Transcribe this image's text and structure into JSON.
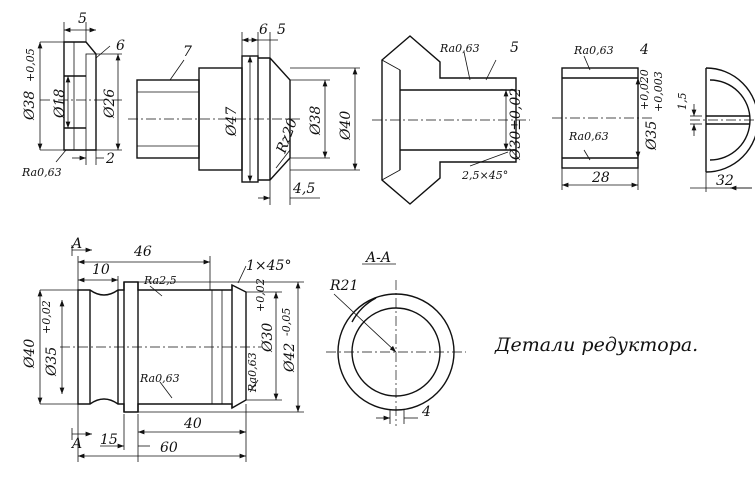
{
  "caption": "Детали редуктора.",
  "part_numbers": {
    "p6": "6",
    "p7": "7",
    "p5": "5",
    "p4": "4"
  },
  "dims": {
    "p6_w": "5",
    "p6_d38": "Ø38",
    "p6_tol": "+0,05",
    "p6_d18": "Ø18",
    "p6_d26": "Ø26",
    "p6_ra": "Ra0,63",
    "p6_t2": "2",
    "p7_a": "6",
    "p7_b": "5",
    "p7_d47": "Ø47",
    "p7_d38": "Ø38",
    "p7_d40": "Ø40",
    "p7_rz": "Rz20",
    "p7_45": "4,5",
    "p5_ra": "Ra0,63",
    "p5_d30": "Ø30±0,02",
    "p5_ch": "2,5×45°",
    "p4_ra1": "Ra0,63",
    "p4_ra2": "Ra0,63",
    "p4_d35": "Ø35",
    "p4_tol1": "+0,020",
    "p4_tol2": "+0,003",
    "p4_28": "28",
    "ring_15": "1,5",
    "ring_32": "32",
    "sh_A": "A",
    "sh_A2": "A",
    "sh_46": "46",
    "sh_10": "10",
    "sh_ra25": "Ra2,5",
    "sh_ch": "1×45°",
    "sh_d40": "Ø40",
    "sh_d35": "Ø35",
    "sh_d35tol": "+0,02",
    "sh_ra63a": "Ra0,63",
    "sh_ra63b": "Ra0,63",
    "sh_d30": "Ø30",
    "sh_d30tol": "+0,02",
    "sh_d42": "Ø42",
    "sh_d42tol": "-0,05",
    "sh_40": "40",
    "sh_15": "15",
    "sh_60": "60",
    "sec_label": "A-A",
    "sec_r21": "R21",
    "sec_4": "4"
  }
}
